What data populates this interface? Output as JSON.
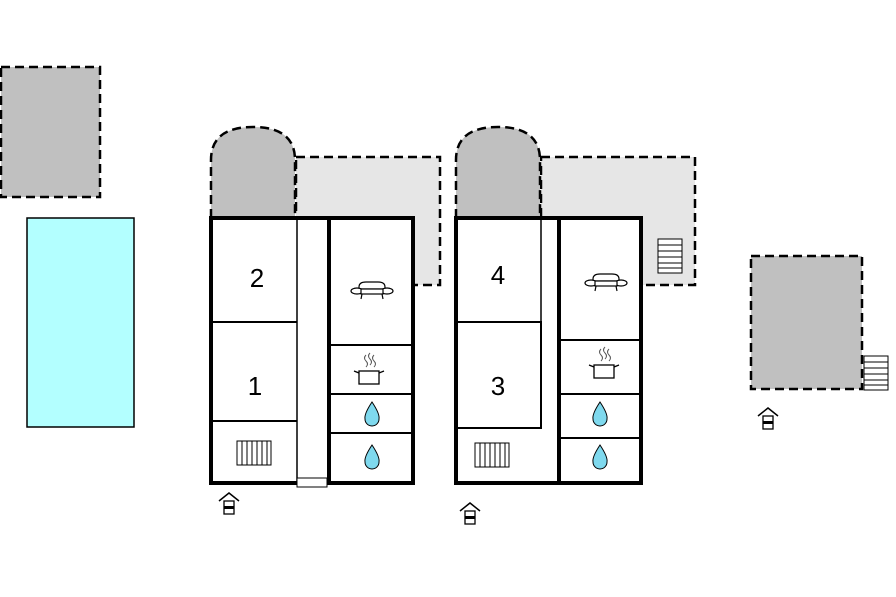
{
  "colors": {
    "building_fill": "#ffffff",
    "wall": "#000000",
    "covered_area": "#c0c0c0",
    "terrace": "#e6e6e6",
    "pool": "#b3ffff",
    "water_drop": "#7fd9ee",
    "vent": "#ffffff"
  },
  "houses": [
    {
      "rooms": [
        {
          "label": "2",
          "type": "bedroom"
        },
        {
          "label": "1",
          "type": "bedroom"
        }
      ],
      "icons": [
        "sofa-icon",
        "cooking-pot-icon",
        "water-drop-icon",
        "water-drop-icon",
        "radiator-icon",
        "entrance-icon"
      ]
    },
    {
      "rooms": [
        {
          "label": "4",
          "type": "bedroom"
        },
        {
          "label": "3",
          "type": "bedroom"
        }
      ],
      "icons": [
        "sofa-icon",
        "cooking-pot-icon",
        "water-drop-icon",
        "water-drop-icon",
        "radiator-icon",
        "entrance-icon",
        "stairs-icon"
      ]
    }
  ],
  "outbuildings": [
    {
      "type": "covered-area",
      "icons": [
        "stairs-icon",
        "entrance-icon"
      ]
    },
    {
      "type": "covered-area"
    }
  ],
  "pool": {
    "type": "swimming-pool"
  }
}
